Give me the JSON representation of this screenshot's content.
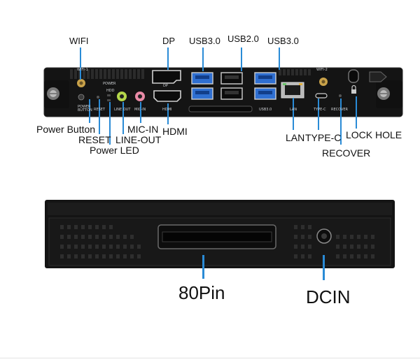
{
  "figure": {
    "top_unit": {
      "callouts": {
        "wifi": "WIFI",
        "dp": "DP",
        "usb30_left": "USB3.0",
        "usb20": "USB2.0",
        "usb30_right": "USB3.0",
        "power_button": "Power Button",
        "reset": "RESET",
        "power_led": "Power LED",
        "mic_in": "MIC-IN",
        "line_out": "LINE-OUT",
        "hdmi": "HDMI",
        "lan": "LAN",
        "type_c": "TYPE-C",
        "recover": "RECOVER",
        "lock_hole": "LOCK HOLE"
      },
      "silkscreen": {
        "wifi1": "WIFI-1",
        "wifi2": "WIFI-2",
        "power_button": "POWER BUTTON",
        "reset": "RESET",
        "hdd": "HDD",
        "power": "POWER",
        "line_out": "LINE OUT",
        "mic_in": "MIC-IN",
        "dp": "DP",
        "hdmi": "HDMI",
        "usb30": "USB3.0",
        "lan": "LAN",
        "type_c": "TYPE-C",
        "recover": "RECOVER"
      }
    },
    "bottom_unit": {
      "callouts": {
        "pin80": "80Pin",
        "dcin": "DCIN"
      }
    },
    "colors": {
      "leader": "#2a8bd6",
      "chassis": "#151515",
      "usb3_blue": "#2f6fd1",
      "mic_pink": "#e98aa6",
      "line_lime": "#b4d64a",
      "antenna_gold": "#c9a24a"
    }
  }
}
